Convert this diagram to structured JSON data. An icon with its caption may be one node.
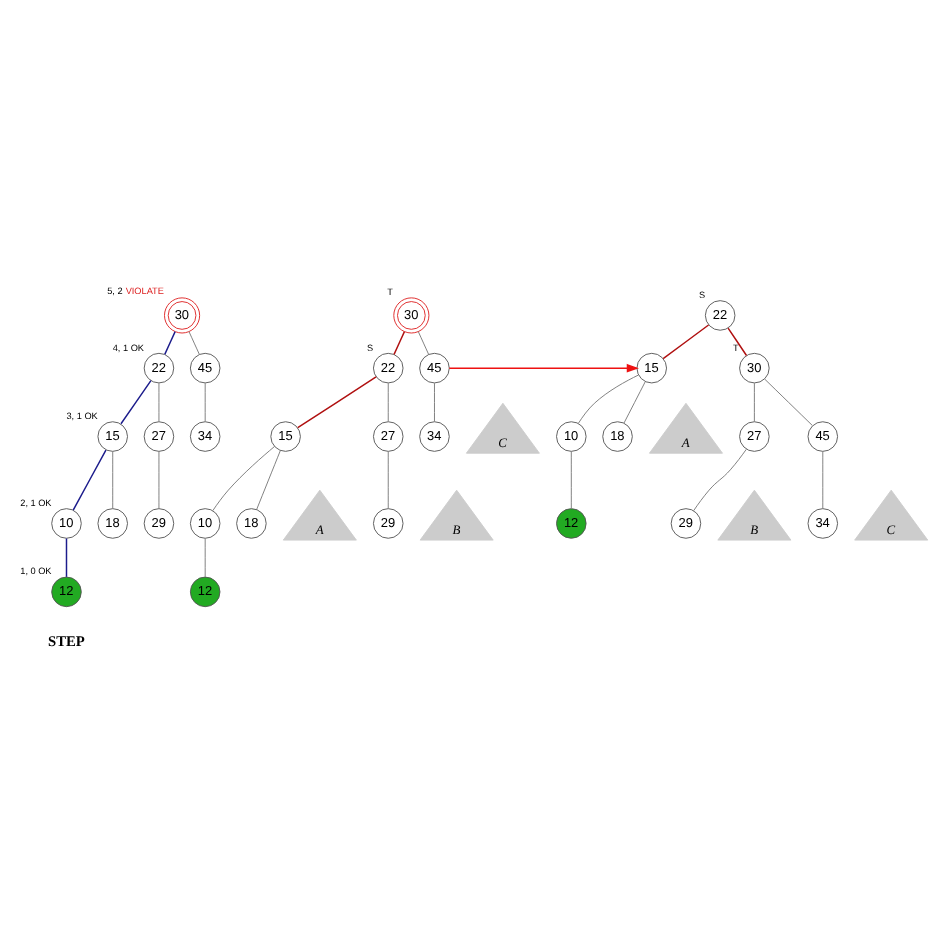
{
  "diagram": {
    "nodes": [
      {
        "text": [
          "30"
        ],
        "beside": [
          "5, 2",
          "VIOLATE"
        ]
      },
      {
        "text": [
          "22"
        ],
        "beside": [
          "4, 1 OK"
        ]
      },
      {
        "text": [
          "45"
        ]
      },
      {
        "text": [
          "15"
        ],
        "beside": [
          "3, 1 OK"
        ]
      },
      {
        "text": [
          "27"
        ]
      },
      {
        "text": [
          "34"
        ]
      },
      {
        "text": [
          "10"
        ],
        "beside": [
          "2, 1 OK"
        ]
      },
      {
        "text": [
          "18"
        ]
      },
      {
        "text": [
          "29"
        ]
      },
      {
        "text": [
          "12"
        ],
        "beside": [
          "1, 0 OK"
        ]
      },
      {
        "text": [
          "30"
        ],
        "beside": [
          "T"
        ]
      },
      {
        "text": [
          "22"
        ],
        "beside": [
          "S"
        ]
      },
      {
        "text": [
          "45"
        ]
      },
      {
        "text": [
          "15"
        ]
      },
      {
        "text": [
          "27"
        ]
      },
      {
        "text": [
          "34"
        ]
      },
      {
        "text": [
          "10"
        ]
      },
      {
        "text": [
          "18"
        ]
      },
      {
        "text": [
          "29"
        ]
      },
      {
        "text": [
          "12"
        ]
      },
      {
        "text": [
          "A"
        ]
      },
      {
        "text": [
          "B"
        ]
      },
      {
        "text": [
          "C"
        ]
      },
      {
        "text": [
          "22"
        ],
        "beside": [
          "S"
        ]
      },
      {
        "text": [
          "15"
        ]
      },
      {
        "text": [
          "30"
        ],
        "beside": [
          "T"
        ]
      },
      {
        "text": [
          "10"
        ]
      },
      {
        "text": [
          "18"
        ]
      },
      {
        "text": [
          "27"
        ]
      },
      {
        "text": [
          "45"
        ]
      },
      {
        "text": [
          "12"
        ]
      },
      {
        "text": [
          "29"
        ]
      },
      {
        "text": [
          "34"
        ]
      },
      {
        "text": [
          "A"
        ]
      },
      {
        "text": [
          "B"
        ]
      },
      {
        "text": [
          "C"
        ]
      }
    ],
    "edges": [
      {
        "from": 0,
        "to": 1,
        "arrow": "none",
        "color": "#1c1c8c"
      },
      {
        "from": 0,
        "to": 2,
        "arrow": "none"
      },
      {
        "from": 1,
        "to": 3,
        "arrow": "none",
        "color": "#1c1c8c"
      },
      {
        "from": 1,
        "to": 4,
        "arrow": "none"
      },
      {
        "from": 2,
        "to": 5,
        "arrow": "none"
      },
      {
        "from": 3,
        "to": 6,
        "arrow": "none",
        "color": "#1c1c8c"
      },
      {
        "from": 3,
        "to": 7,
        "arrow": "none"
      },
      {
        "from": 4,
        "to": 8,
        "arrow": "none"
      },
      {
        "from": 6,
        "to": 9,
        "arrow": "none",
        "color": "#1c1c8c"
      },
      {
        "from": 10,
        "to": 11,
        "arrow": "none",
        "color": "#b01010"
      },
      {
        "from": 10,
        "to": 12,
        "arrow": "none"
      },
      {
        "from": 11,
        "to": 13,
        "arrow": "none",
        "color": "#b01010"
      },
      {
        "from": 11,
        "to": 14,
        "arrow": "none"
      },
      {
        "from": 12,
        "to": 15,
        "arrow": "none"
      },
      {
        "from": 13,
        "to": 16,
        "arrow": "none"
      },
      {
        "from": 13,
        "to": 17,
        "arrow": "none"
      },
      {
        "from": 14,
        "to": 18,
        "arrow": "none"
      },
      {
        "from": 16,
        "to": 19,
        "arrow": "none"
      },
      {
        "from": 23,
        "to": 24,
        "arrow": "none",
        "color": "#b01010"
      },
      {
        "from": 23,
        "to": 25,
        "arrow": "none",
        "color": "#b01010"
      },
      {
        "from": 24,
        "to": 26,
        "arrow": "none"
      },
      {
        "from": 24,
        "to": 27,
        "arrow": "none"
      },
      {
        "from": 25,
        "to": 28,
        "arrow": "none"
      },
      {
        "from": 25,
        "to": 29,
        "arrow": "none"
      },
      {
        "from": 26,
        "to": 30,
        "arrow": "none"
      },
      {
        "from": 28,
        "to": 31,
        "arrow": "none"
      },
      {
        "from": 29,
        "to": 32,
        "arrow": "none"
      },
      {
        "from": 12,
        "to": 24,
        "arrow": "to",
        "color": "#ee1111"
      }
    ],
    "labels": [
      "STEP"
    ]
  }
}
